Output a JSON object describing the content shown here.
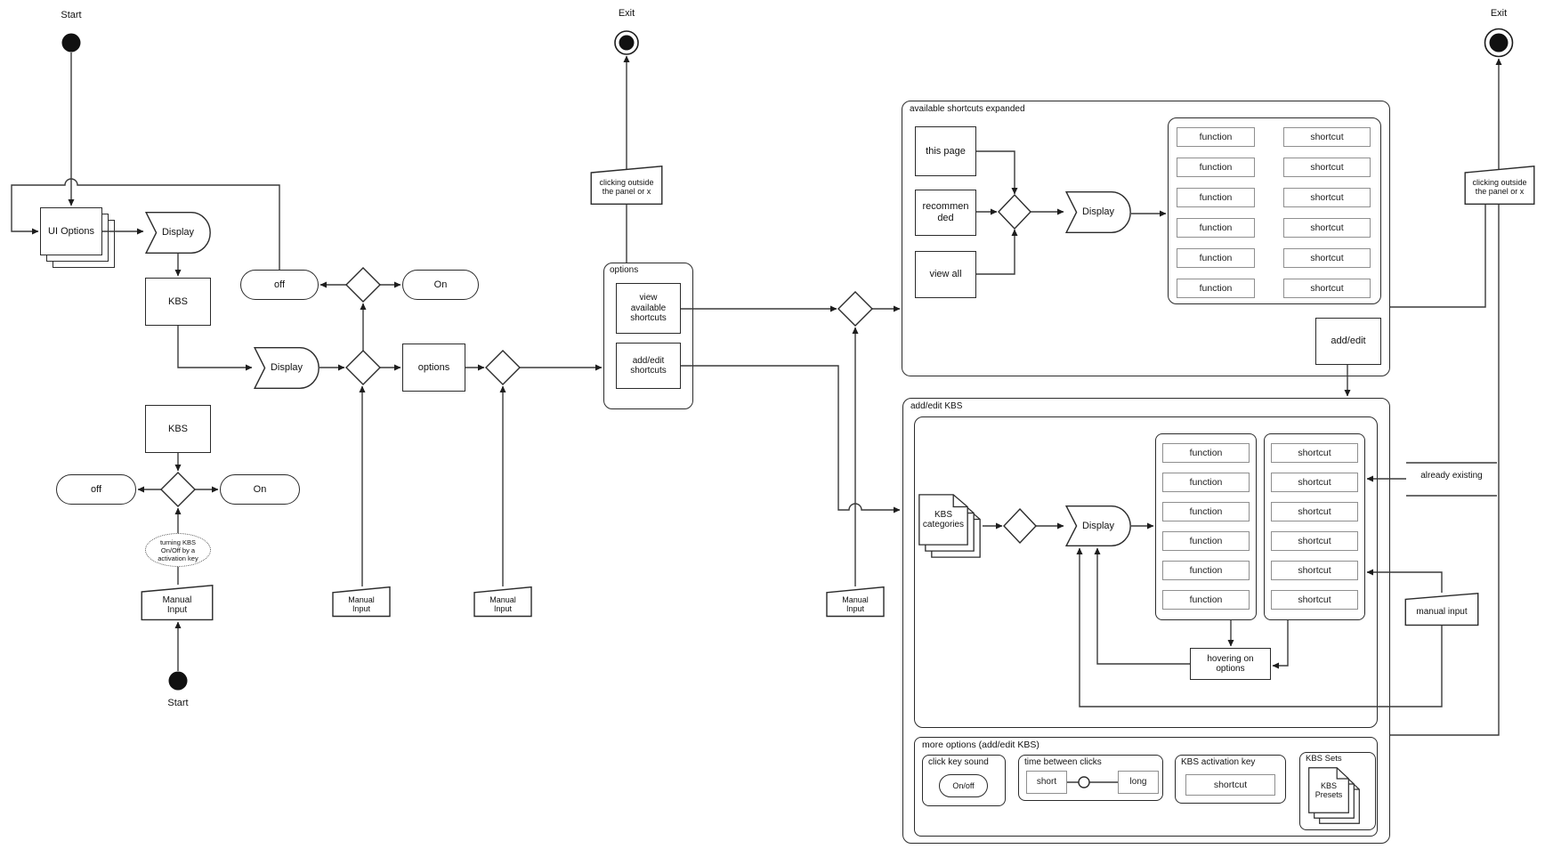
{
  "colors": {
    "background": "#ffffff",
    "line": "#2f2f2f",
    "light_box_border": "#8f8f8f",
    "node_fill": "#ffffff",
    "terminal_fill": "#111111"
  },
  "left_flow": {
    "start_top_label": "Start",
    "ui_options": "UI Options",
    "display_1": "Display",
    "kbs_1": "KBS",
    "off_1": "off",
    "on_1": "On",
    "display_2": "Display",
    "options_box": "options",
    "kbs_2": "KBS",
    "off_2": "off",
    "on_2": "On",
    "activation_note": "turning KBS\nOn/Off by a\nactivation key",
    "manual_input_1": "Manual\nInput",
    "manual_input_2": "Manual\nInput",
    "manual_input_3": "Manual\nInput",
    "manual_input_4": "Manual\nInput",
    "start_bottom_label": "Start"
  },
  "middle": {
    "exit_label": "Exit",
    "click_outside": "clicking outside\nthe panel or x",
    "options_group_label": "options",
    "view_available_shortcuts": "view\navailable\nshortcuts",
    "add_edit_shortcuts": "add/edit\nshortcuts"
  },
  "available_panel": {
    "label": "available shortcuts expanded",
    "this_page": "this page",
    "recommended": "recommen\nded",
    "view_all": "view all",
    "display": "Display",
    "functions": [
      "function",
      "function",
      "function",
      "function",
      "function",
      "function"
    ],
    "shortcuts": [
      "shortcut",
      "shortcut",
      "shortcut",
      "shortcut",
      "shortcut",
      "shortcut"
    ],
    "add_edit": "add/edit",
    "exit_label": "Exit",
    "click_outside": "clicking outside\nthe panel or x"
  },
  "addedit_panel": {
    "label": "add/edit KBS",
    "kbs_categories": "KBS\ncategories",
    "display": "Display",
    "functions": [
      "function",
      "function",
      "function",
      "function",
      "function",
      "function"
    ],
    "shortcuts": [
      "shortcut",
      "shortcut",
      "shortcut",
      "shortcut",
      "shortcut",
      "shortcut"
    ],
    "hovering_on_options": "hovering on\noptions",
    "already_existing": "already existing",
    "manual_input": "manual input",
    "more_options": {
      "label": "more options (add/edit KBS)",
      "click_key_sound_label": "click key sound",
      "on_off": "On/off",
      "time_between_clicks_label": "time between clicks",
      "short": "short",
      "long": "long",
      "kbs_activation_key_label": "KBS activation key",
      "shortcut": "shortcut",
      "kbs_sets_label": "KBS Sets",
      "kbs_presets": "KBS\nPresets"
    }
  }
}
